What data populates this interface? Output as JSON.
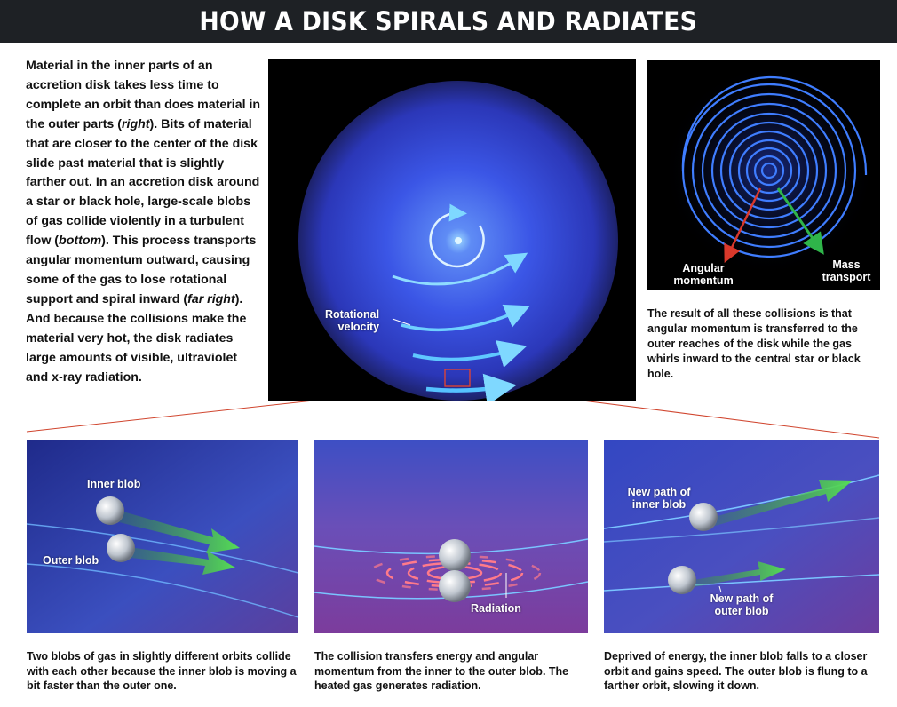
{
  "title": "HOW A DISK SPIRALS AND RADIATES",
  "intro": {
    "part1": "Material in the inner parts of an accretion disk takes less time to complete an orbit than does material in the outer parts (",
    "em1": "right",
    "part2": "). Bits of material that are closer to the center of the disk slide past material that is slightly farther out. In an accretion disk around a star or black hole, large-scale blobs of gas collide violently in a turbulent flow (",
    "em2": "bottom",
    "part3": "). This process transports angular momentum outward, causing some of the gas to lose rotational support and spiral inward (",
    "em3": "far right",
    "part4": "). And because the collisions make the material very hot, the disk radiates large amounts of visible, ultraviolet and x-ray radiation."
  },
  "disk_panel": {
    "label_line1": "Rotational",
    "label_line2": "velocity"
  },
  "spiral_panel": {
    "angular_label_line1": "Angular",
    "angular_label_line2": "momentum",
    "mass_label_line1": "Mass",
    "mass_label_line2": "transport",
    "caption": "The result of all these collisions is that angular momentum is transferred to the outer reaches of the disk while the gas whirls inward to the central star or black hole.",
    "colors": {
      "angular": "#d9382b",
      "mass": "#2fb54a"
    }
  },
  "bottom_panels": [
    {
      "labels": {
        "inner": "Inner blob",
        "outer": "Outer blob"
      },
      "caption": "Two blobs of gas in slightly different orbits collide with each other because the inner blob is moving a bit faster than the outer one."
    },
    {
      "labels": {
        "radiation": "Radiation"
      },
      "caption": "The collision transfers energy and angular momentum from the inner to the outer blob. The heated gas generates radiation."
    },
    {
      "labels": {
        "inner_line1": "New path of",
        "inner_line2": "inner blob",
        "outer_line1": "New path of",
        "outer_line2": "outer blob"
      },
      "caption": "Deprived of energy, the inner blob falls to a closer orbit and gains speed. The outer blob is flung to a farther orbit, slowing it down."
    }
  ],
  "colors": {
    "title_bg": "#1e2125",
    "disk_blue": "#3a4ee0",
    "arrow_light_blue": "#6fd0ff",
    "arrow_green": "#4fd04a",
    "radiation_pink": "#ff7a8a",
    "connector_red": "#d0452e"
  }
}
